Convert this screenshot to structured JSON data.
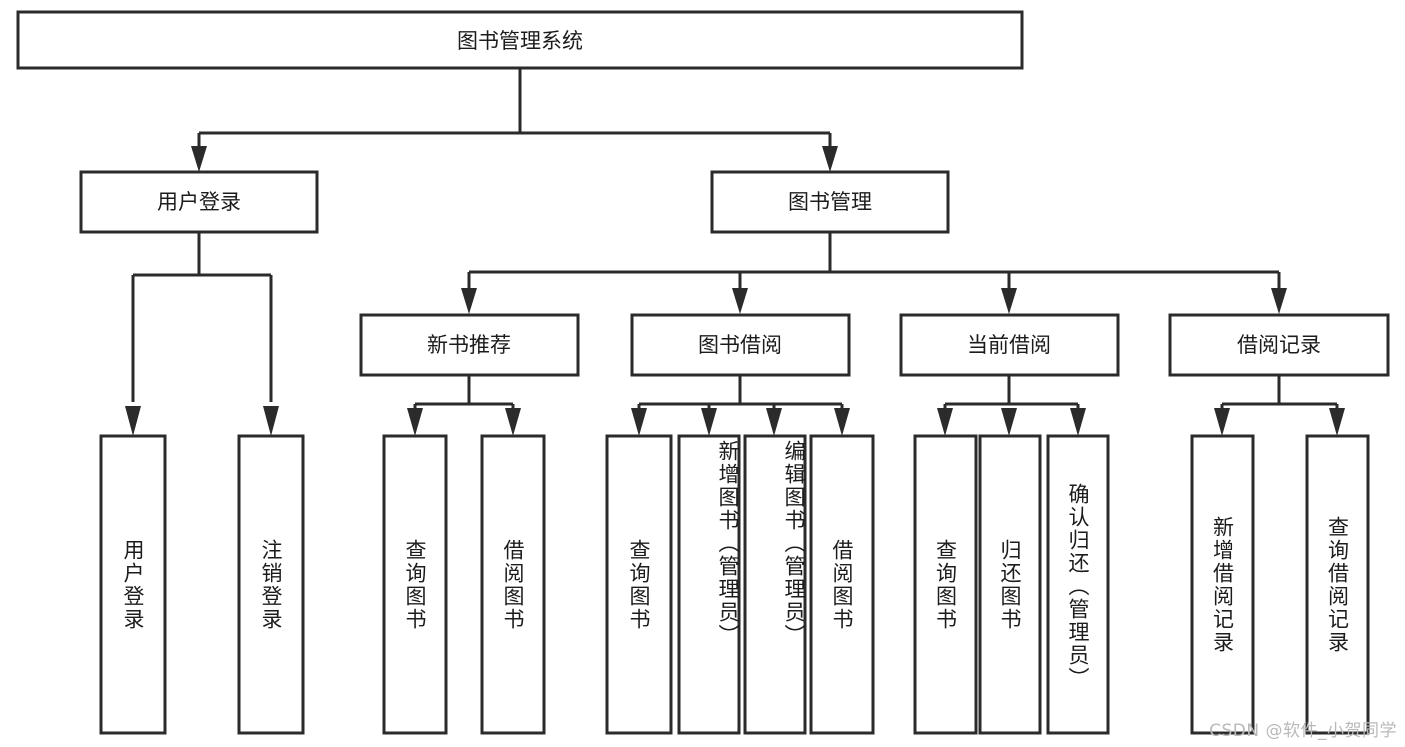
{
  "diagram": {
    "type": "tree",
    "title": "图书管理系统",
    "root": {
      "label": "图书管理系统",
      "children": [
        {
          "label": "用户登录",
          "children": [
            {
              "label": "用户登录"
            },
            {
              "label": "注销登录"
            }
          ]
        },
        {
          "label": "图书管理",
          "children": [
            {
              "label": "新书推荐",
              "children": [
                {
                  "label": "查询图书"
                },
                {
                  "label": "借阅图书"
                }
              ]
            },
            {
              "label": "图书借阅",
              "children": [
                {
                  "label": "查询图书"
                },
                {
                  "label": "新增图书（管理员）"
                },
                {
                  "label": "编辑图书（管理员）"
                },
                {
                  "label": "借阅图书"
                }
              ]
            },
            {
              "label": "当前借阅",
              "children": [
                {
                  "label": "查询图书"
                },
                {
                  "label": "归还图书"
                },
                {
                  "label": "确认归还（管理员）"
                }
              ]
            },
            {
              "label": "借阅记录",
              "children": [
                {
                  "label": "新增借阅记录"
                },
                {
                  "label": "查询借阅记录"
                }
              ]
            }
          ]
        }
      ]
    }
  },
  "nodes": {
    "root": "图书管理系统",
    "user_login": "用户登录",
    "book_manage": "图书管理",
    "new_book_rec": "新书推荐",
    "book_borrow": "图书借阅",
    "current_borrow": "当前借阅",
    "borrow_record": "借阅记录",
    "leaf_user_login": "用户登录",
    "leaf_logout": "注销登录",
    "leaf_query_book_1": "查询图书",
    "leaf_borrow_book_1": "借阅图书",
    "leaf_query_book_2": "查询图书",
    "leaf_add_book_admin": "新增图书（管理员）",
    "leaf_edit_book_admin": "编辑图书（管理员）",
    "leaf_borrow_book_2": "借阅图书",
    "leaf_query_book_3": "查询图书",
    "leaf_return_book": "归还图书",
    "leaf_confirm_return_admin": "确认归还（管理员）",
    "leaf_add_record": "新增借阅记录",
    "leaf_query_record": "查询借阅记录"
  },
  "watermark": {
    "text": "CSDN @软件_小贺同学"
  },
  "colors": {
    "stroke": "#2b2b2b",
    "fill": "#ffffff",
    "text": "#1c1c1c",
    "watermark": "#b9b9b9"
  }
}
